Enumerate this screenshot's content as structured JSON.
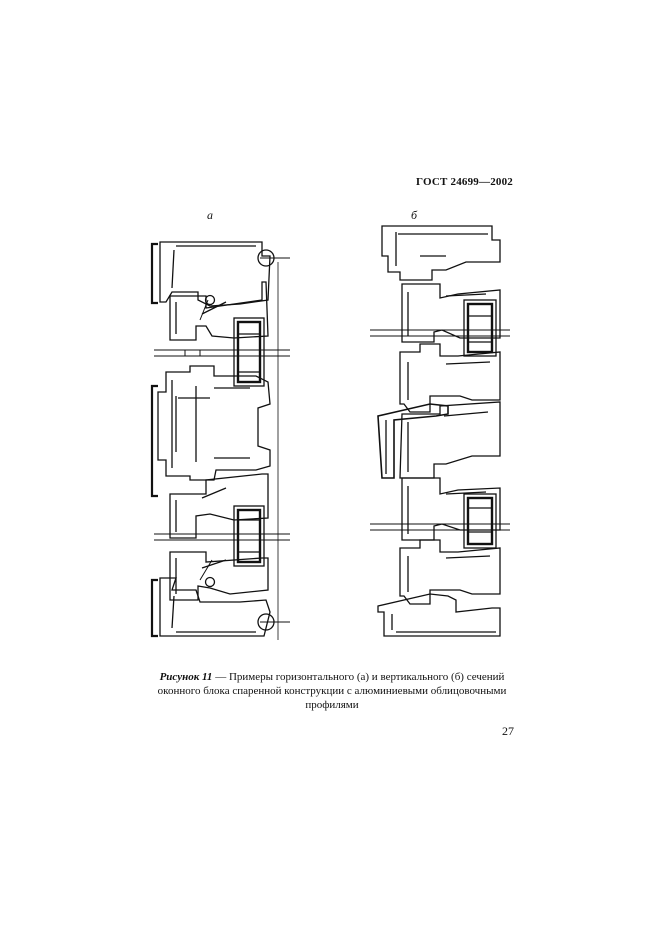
{
  "header": {
    "standard": "ГОСТ 24699—2002"
  },
  "figure": {
    "label_a": "а",
    "label_b": "б",
    "caption_lead": "Рисунок 11",
    "caption_text": " — Примеры горизонтального (а) и вертикального (б) сечений оконного блока спаренной конструкции с алюминиевыми облицовочными профилями"
  },
  "page_number": "27"
}
